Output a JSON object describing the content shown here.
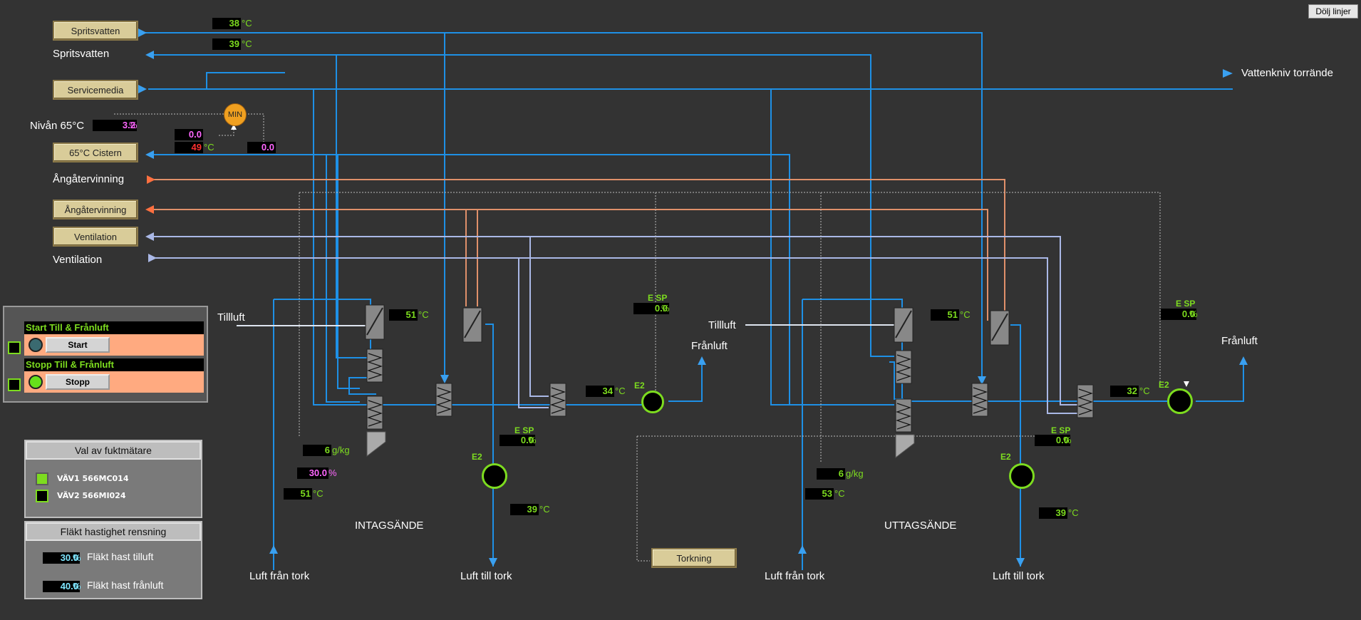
{
  "top_right_button": "Dölj linjer",
  "source_buttons": {
    "spritsvatten": "Spritsvatten",
    "servicemedia": "Servicemedia",
    "cistern": "65°C Cistern",
    "angatervinning": "Ångåtervinning",
    "ventilation": "Ventilation",
    "torkning": "Torkning"
  },
  "labels": {
    "spritsvatten_return": "Spritsvatten",
    "vattenkniv": "Vattenkniv torrände",
    "nivan": "Nivån 65°C",
    "angatervinning_supply": "Ångåtervinning",
    "ventilation_supply": "Ventilation",
    "tillluft_1": "Tillluft",
    "tillluft_2": "Tillluft",
    "franluft_1": "Frånluft",
    "franluft_2": "Frånluft",
    "intagsande": "INTAGSÄNDE",
    "uttagsande": "UTTAGSÄNDE",
    "luft_fran_tork_1": "Luft från tork",
    "luft_till_tork_1": "Luft till tork",
    "luft_fran_tork_2": "Luft från tork",
    "luft_till_tork_2": "Luft till tork",
    "min": "MIN",
    "e2": "E2",
    "esp": "E SP"
  },
  "values": {
    "spritsvatten_temp1": "38",
    "spritsvatten_temp2": "39",
    "nivan_pct": "3.2",
    "min_in": "0.0",
    "cistern_temp": "49",
    "min_out": "0.0",
    "intag_hx_temp": "51",
    "intag_coil_temp": "34",
    "intag_esp_top": "0.0",
    "intag_esp_bottom": "0.0",
    "intag_humidity": "6",
    "intag_rh": "30.0",
    "intag_air_temp": "51",
    "intag_return_temp": "39",
    "uttag_hx_temp": "51",
    "uttag_coil_temp": "32",
    "uttag_esp_top": "0.0",
    "uttag_esp_bottom": "0.0",
    "uttag_humidity": "6",
    "uttag_air_temp": "53",
    "uttag_return_temp": "39"
  },
  "units": {
    "celsius": "°C",
    "percent": "%",
    "gkg": "g/kg"
  },
  "control": {
    "start_title": "Start Till & Frånluft",
    "start_button": "Start",
    "stop_title": "Stopp Till & Frånluft",
    "stop_button": "Stopp"
  },
  "humidity_selector": {
    "title": "Val av fuktmätare",
    "option1": "VÄV1 566MC014",
    "option2": "VÄV2 566MI024",
    "option1_selected": true
  },
  "fan_speed": {
    "title": "Fläkt hastighet rensning",
    "tilluft_value": "30.0",
    "tilluft_label": "Fläkt hast tilluft",
    "franluft_value": "40.0",
    "franluft_label": "Fläkt hast frånluft"
  },
  "colors": {
    "background": "#333333",
    "pipe_blue": "#1e90e6",
    "pipe_orange": "#e0906a",
    "pipe_lightblue": "#aab8e6",
    "value_green": "#7ddc1f",
    "value_pink": "#ff66ff",
    "button_tan": "#d9cc99"
  }
}
